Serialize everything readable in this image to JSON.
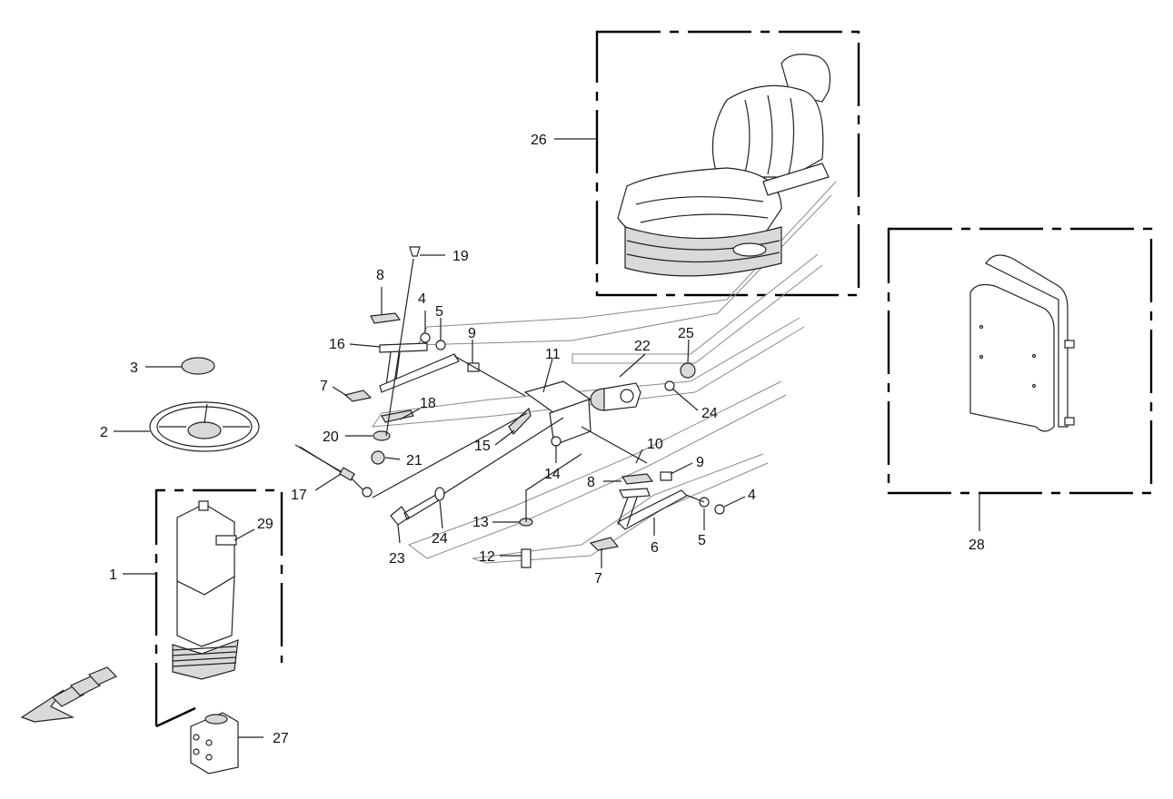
{
  "diagram": {
    "callouts": [
      "1",
      "2",
      "3",
      "4",
      "5",
      "6",
      "7",
      "8",
      "9",
      "10",
      "11",
      "12",
      "13",
      "14",
      "15",
      "16",
      "17",
      "18",
      "19",
      "20",
      "21",
      "22",
      "23",
      "24",
      "25",
      "26",
      "27",
      "28",
      "29"
    ],
    "direction_arrow": "front-direction-arrow-icon",
    "colors": {
      "line": "#222222",
      "ghost": "#8a8a8a",
      "fill": "#d9d9d9"
    }
  }
}
